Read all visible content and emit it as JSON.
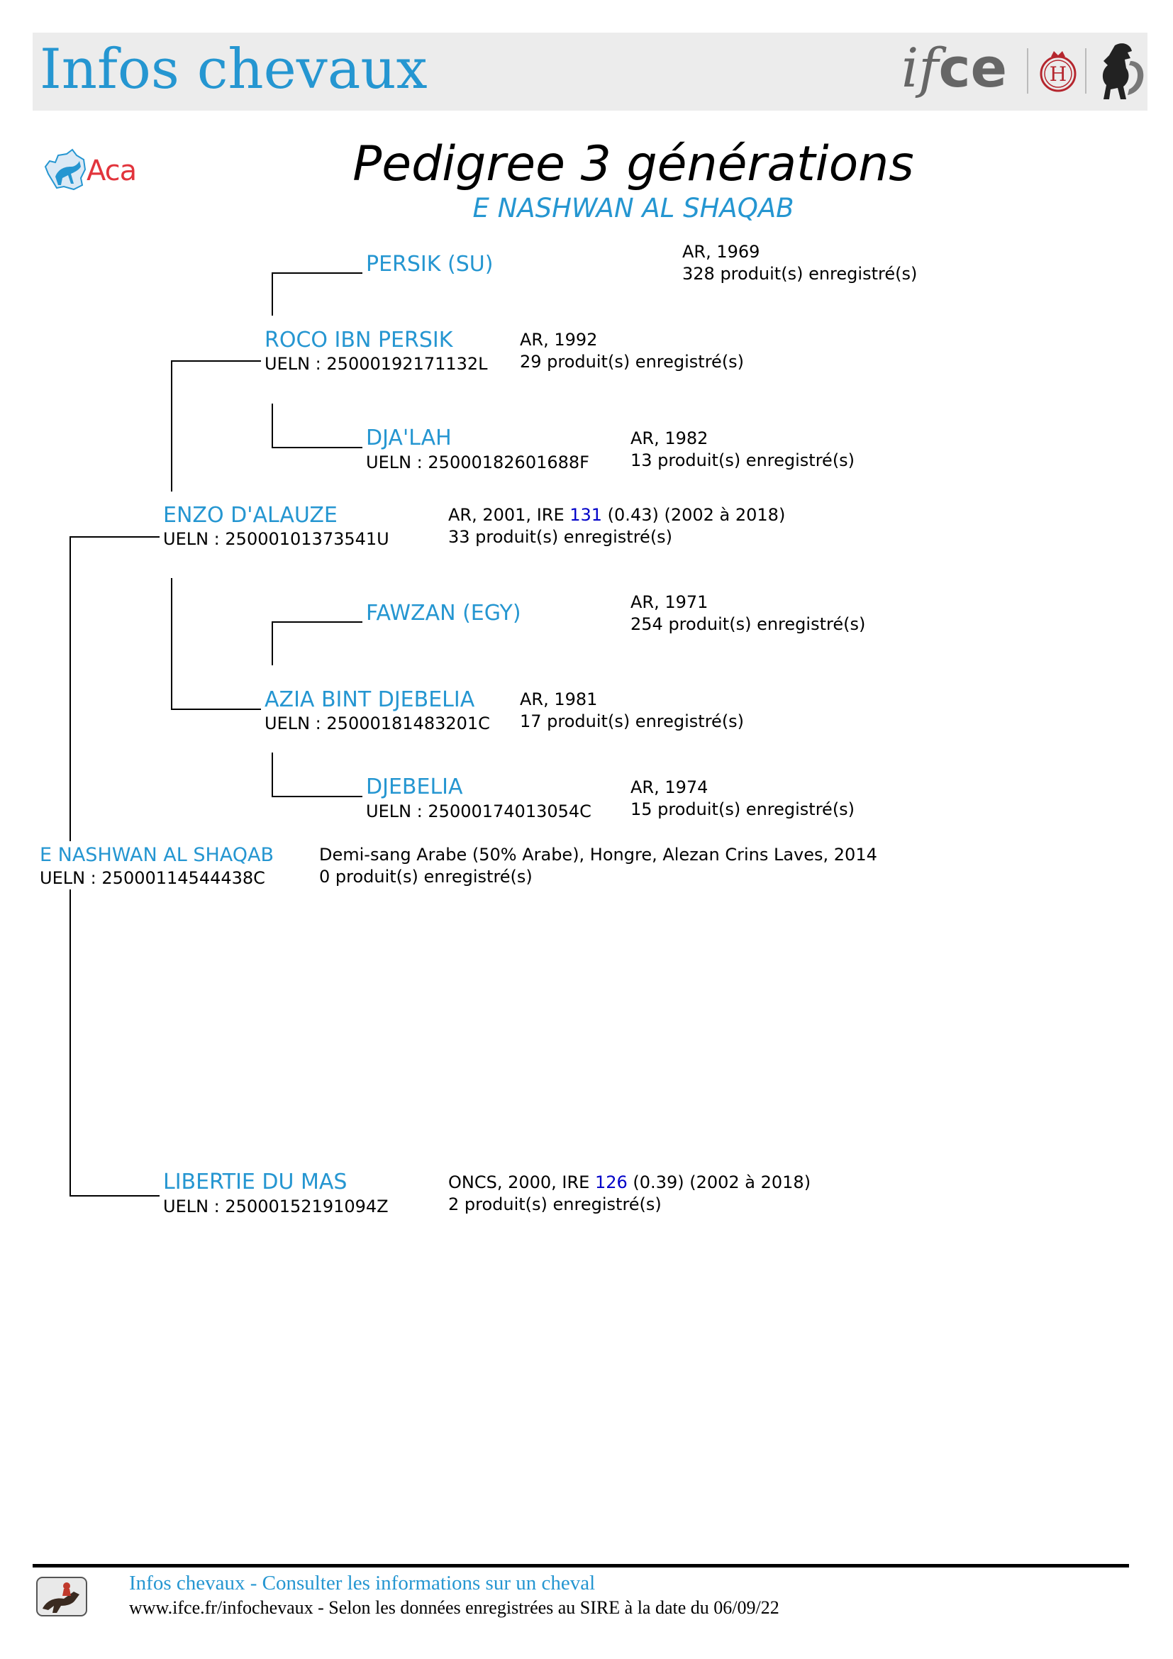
{
  "header": {
    "title": "Infos chevaux",
    "logo_ifce_if": "if",
    "logo_ifce_ce": "ce",
    "logo_h_letter": "H"
  },
  "aca_logo": {
    "text": "Aca"
  },
  "page": {
    "title": "Pedigree 3 générations",
    "subtitle": "E NASHWAN AL SHAQAB"
  },
  "pedigree": {
    "subject": {
      "name": "E NASHWAN AL SHAQAB",
      "ueln": "UELN : 25000114544438C",
      "info1": "Demi-sang Arabe (50% Arabe), Hongre, Alezan Crins Laves, 2014",
      "info2": "0 produit(s) enregistré(s)"
    },
    "sire": {
      "name": "ENZO D'ALAUZE",
      "ueln": "UELN : 25000101373541U",
      "info1_pre": "AR, 2001, IRE ",
      "ire": "131",
      "info1_post": " (0.43) (2002 à 2018)",
      "info2": "33 produit(s) enregistré(s)"
    },
    "dam": {
      "name": "LIBERTIE DU MAS",
      "ueln": "UELN : 25000152191094Z",
      "info1_pre": "ONCS, 2000, IRE ",
      "ire": "126",
      "info1_post": " (0.39) (2002 à 2018)",
      "info2": "2 produit(s) enregistré(s)"
    },
    "sire_sire": {
      "name": "ROCO IBN PERSIK",
      "ueln": "UELN : 25000192171132L",
      "info1": "AR, 1992",
      "info2": "29 produit(s) enregistré(s)"
    },
    "sire_dam": {
      "name": "AZIA BINT DJEBELIA",
      "ueln": "UELN : 25000181483201C",
      "info1": "AR, 1981",
      "info2": "17 produit(s) enregistré(s)"
    },
    "sire_sire_sire": {
      "name": "PERSIK (SU)",
      "info1": "AR, 1969",
      "info2": "328 produit(s) enregistré(s)"
    },
    "sire_sire_dam": {
      "name": "DJA'LAH",
      "ueln": "UELN : 25000182601688F",
      "info1": "AR, 1982",
      "info2": "13 produit(s) enregistré(s)"
    },
    "sire_dam_sire": {
      "name": "FAWZAN (EGY)",
      "info1": "AR, 1971",
      "info2": "254 produit(s) enregistré(s)"
    },
    "sire_dam_dam": {
      "name": "DJEBELIA",
      "ueln": "UELN : 25000174013054C",
      "info1": "AR, 1974",
      "info2": "15 produit(s) enregistré(s)"
    }
  },
  "footer": {
    "line1": "Infos chevaux - Consulter les informations sur un cheval",
    "line2": "www.ifce.fr/infochevaux - Selon les données enregistrées au SIRE à la date du 06/09/22"
  },
  "colors": {
    "accent": "#2596d1",
    "ire_link": "#0000c8",
    "banner_bg": "#ececec",
    "aca_red": "#e2343c",
    "h_logo_red": "#b5262e"
  }
}
